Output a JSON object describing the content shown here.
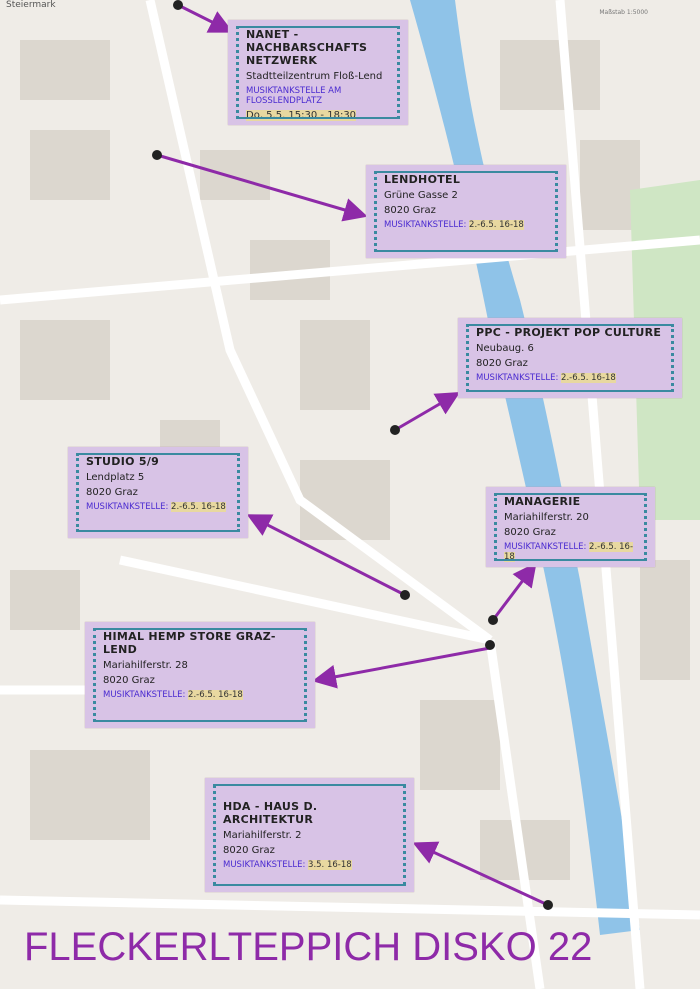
{
  "map": {
    "region_label": "Steiermark",
    "scale_label": "Maßstab 1:5000"
  },
  "colors": {
    "river": "#8fc3e8",
    "park": "#cfe6c4",
    "card": "#d8c3e6",
    "arrow": "#8e2aa8",
    "frame": "#3a8aa0"
  },
  "locations": [
    {
      "name": "NANET - Nachbarschafts Netzwerk",
      "line1": "Stadtteilzentrum Floß-Lend",
      "music": "Musiktankstelle am Floßlendplatz",
      "time": "Do, 5.5. 15:30 - 18:30"
    },
    {
      "name": "Lendhotel",
      "line1": "Grüne Gasse 2",
      "line2": "8020 Graz",
      "music": "Musiktankstelle:",
      "time": "2.-6.5. 16-18"
    },
    {
      "name": "PPC - Projekt Pop Culture",
      "line1": "Neubaug. 6",
      "line2": "8020 Graz",
      "music": "Musiktankstelle:",
      "time": "2.-6.5. 16-18"
    },
    {
      "name": "Studio 5/9",
      "line1": "Lendplatz 5",
      "line2": "8020 Graz",
      "music": "Musiktankstelle:",
      "time": "2.-6.5. 16-18"
    },
    {
      "name": "Managerie",
      "line1": "Mariahilferstr. 20",
      "line2": "8020 Graz",
      "music": "Musiktankstelle:",
      "time": "2.-6.5. 16-18"
    },
    {
      "name": "Himal Hemp Store Graz-Lend",
      "line1": "Mariahilferstr. 28",
      "line2": "8020 Graz",
      "music": "Musiktankstelle:",
      "time": "2.-6.5. 16-18"
    },
    {
      "name": "HDA - Haus d. Architektur",
      "line1": "Mariahilferstr. 2",
      "line2": "8020 Graz",
      "music": "Musiktankstelle:",
      "time": "3.5. 16-18"
    }
  ],
  "title": "FLECKERLTEPPICH DISKO 22"
}
